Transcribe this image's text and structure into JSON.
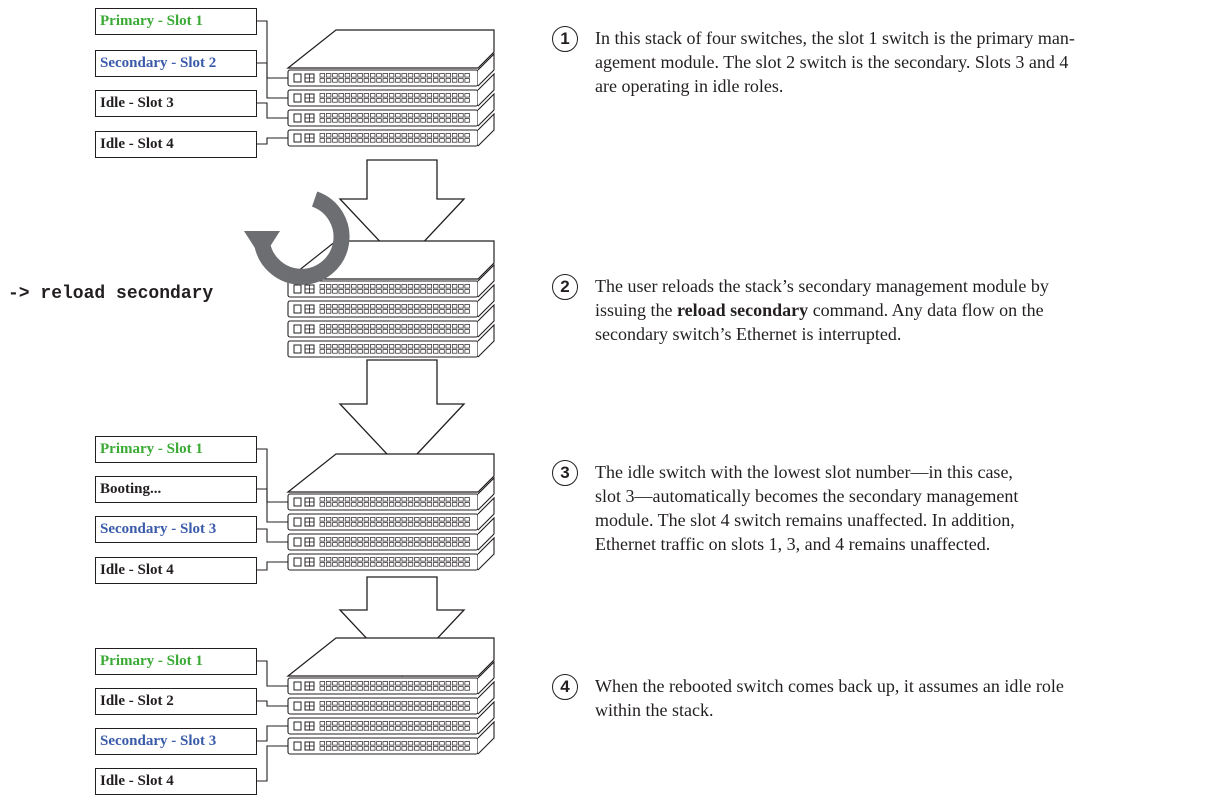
{
  "stacks": [
    {
      "labels": [
        {
          "text": "Primary - Slot 1",
          "role": "primary"
        },
        {
          "text": "Secondary - Slot 2",
          "role": "secondary"
        },
        {
          "text": "Idle - Slot 3",
          "role": "idle"
        },
        {
          "text": "Idle - Slot 4",
          "role": "idle"
        }
      ]
    },
    {
      "command": "-> reload secondary",
      "reload_icon": "circular-arrow-icon",
      "labels": []
    },
    {
      "labels": [
        {
          "text": "Primary - Slot 1",
          "role": "primary"
        },
        {
          "text": "Booting...",
          "role": "booting"
        },
        {
          "text": "Secondary - Slot 3",
          "role": "secondary"
        },
        {
          "text": "Idle - Slot 4",
          "role": "idle"
        }
      ]
    },
    {
      "labels": [
        {
          "text": "Primary - Slot 1",
          "role": "primary"
        },
        {
          "text": "Idle - Slot 2",
          "role": "idle"
        },
        {
          "text": "Secondary - Slot 3",
          "role": "secondary"
        },
        {
          "text": "Idle - Slot 4",
          "role": "idle"
        }
      ]
    }
  ],
  "steps": [
    {
      "number": "1",
      "parts": [
        {
          "text": "In this stack of four switches, the slot 1 switch is the primary man-\nagement module. The slot 2 switch is the secondary. Slots 3 and 4\nare operating in idle roles.",
          "bold": false
        }
      ]
    },
    {
      "number": "2",
      "parts": [
        {
          "text": "The user reloads the stack’s secondary management module by\nissuing the ",
          "bold": false
        },
        {
          "text": "reload secondary",
          "bold": true
        },
        {
          "text": " command. Any data flow on the\nsecondary switch’s Ethernet is interrupted.",
          "bold": false
        }
      ]
    },
    {
      "number": "3",
      "parts": [
        {
          "text": "The idle switch with the lowest slot number—in this case,\nslot 3—automatically becomes the secondary management\nmodule. The slot 4 switch remains unaffected. In addition,\nEthernet traffic on slots 1, 3, and 4 remains unaffected.",
          "bold": false
        }
      ]
    },
    {
      "number": "4",
      "parts": [
        {
          "text": "When the rebooted switch comes back up, it assumes an idle role\nwithin the stack.",
          "bold": false
        }
      ]
    }
  ],
  "colors": {
    "primary": "#3aaa35",
    "secondary": "#3a5ba9",
    "line": "#231f20",
    "reload_icon": "#6d6e71"
  }
}
